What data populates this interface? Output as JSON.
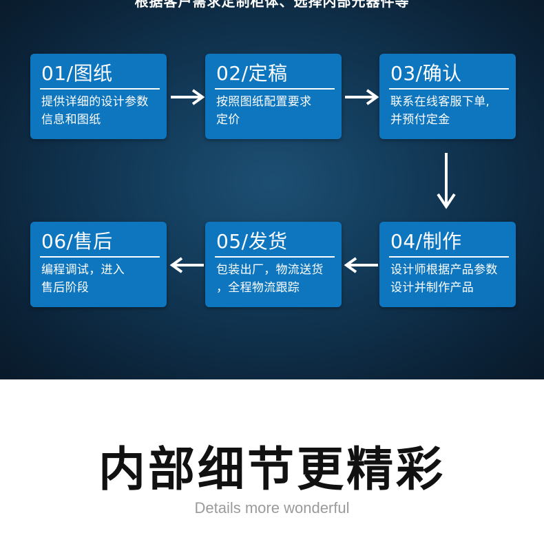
{
  "top_caption": "根据客户需求定制柜体、选择内部元器件等",
  "steps": [
    {
      "title": "01/图纸",
      "desc": "提供详细的设计参数\n信息和图纸"
    },
    {
      "title": "02/定稿",
      "desc": "按照图纸配置要求\n定价"
    },
    {
      "title": "03/确认",
      "desc": "联系在线客服下单,\n并预付定金"
    },
    {
      "title": "04/制作",
      "desc": "设计师根据产品参数\n设计并制作产品"
    },
    {
      "title": "05/发货",
      "desc": "包装出厂，物流送货\n，全程物流跟踪"
    },
    {
      "title": "06/售后",
      "desc": "编程调试，进入\n售后阶段"
    }
  ],
  "headline": "内部细节更精彩",
  "subline": "Details more wonderful",
  "colors": {
    "box": "#0e76bf",
    "panel": "#0b2237",
    "headline": "#111111",
    "subline": "#9a9a9a"
  }
}
